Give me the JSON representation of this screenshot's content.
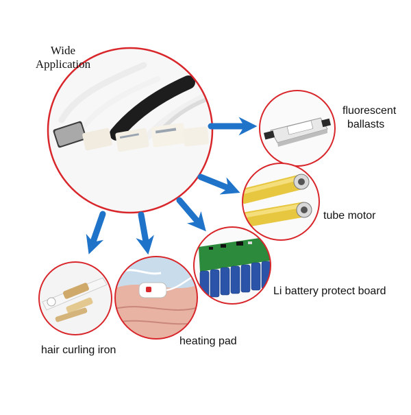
{
  "title": {
    "line1": "Wide",
    "line2": "Application"
  },
  "applications": [
    {
      "id": "fluorescent-ballasts",
      "label_line1": "fluorescent",
      "label_line2": "ballasts"
    },
    {
      "id": "tube-motor",
      "label": "tube motor"
    },
    {
      "id": "li-battery",
      "label": "Li battery protect board"
    },
    {
      "id": "heating-pad",
      "label": "heating pad"
    },
    {
      "id": "hair-curling-iron",
      "label": "hair curling iron"
    }
  ],
  "colors": {
    "circle_border": "#d8262b",
    "arrow": "#1f73c9",
    "battery_pcb": "#2c8a3c",
    "battery_cell": "#2b54a8",
    "motor_tube": "#e7c640"
  }
}
